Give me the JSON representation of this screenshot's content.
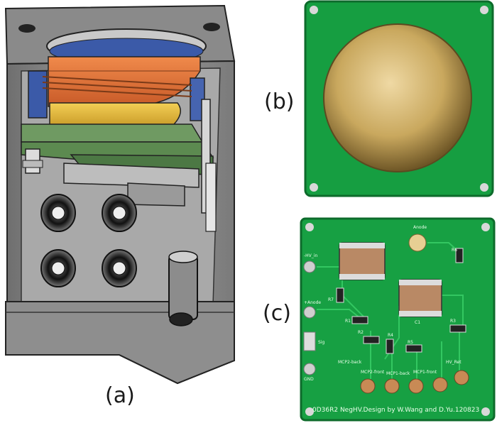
{
  "panels": {
    "a": {
      "label": "(a)"
    },
    "b": {
      "label": "(b)"
    },
    "c": {
      "label": "(c)",
      "board_footer": "0D36R2 NegHV.Design by W.Wang and D.Yu.120823",
      "top_pad": "Anode",
      "pin_labels": [
        "-HV_in",
        "+Anode",
        "Sig",
        "GND"
      ],
      "components": [
        "C1",
        "R1",
        "R2",
        "R3",
        "R4",
        "R5",
        "R6",
        "R7"
      ],
      "pad_labels": [
        "MCP2-back",
        "MCP2-front",
        "MCP1-back",
        "MCP1-front",
        "HV_Ret"
      ]
    }
  },
  "colors": {
    "housing_gray": "#8c8c8c",
    "disk_orange": "#e0733c",
    "disk_yellow": "#e4b83a",
    "blue_ring": "#3b5aa8",
    "pcb_green": "#159a3f",
    "anode_gold": "#c9a85e"
  }
}
